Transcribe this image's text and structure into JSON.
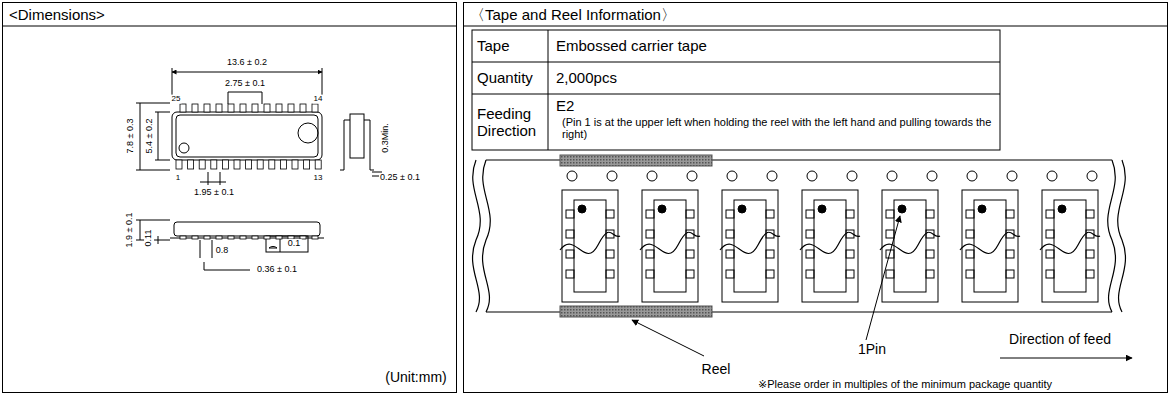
{
  "diagram": {
    "nodes": [
      {
        "text": [
          "<Dimensions>"
        ]
      },
      {
        "text": [
          "〈Tape and Reel Information〉"
        ]
      }
    ],
    "labels": [
      "13.6 ± 0.2",
      "2.75 ± 0.1",
      "25",
      "14",
      "7.8 ± 0.3",
      "5.4 ± 0.2",
      "0.3Min.",
      "1",
      "13",
      "1.95 ± 0.1",
      "0.25 ± 0.1",
      "1.9 ± 0.1",
      "0.11",
      "0.8",
      "0.1",
      "0.36 ± 0.1",
      "(Unit:mm)",
      "Tape",
      "Embossed carrier tape",
      "Quantity",
      "2,000pcs",
      "Feeding Direction",
      "E2",
      "(Pin 1 is at the upper left when holding the reel with the left hand and pulling towards the right)",
      "Reel",
      "1Pin",
      "Direction of feed",
      "※Please order in multiples of the minimum package quantity"
    ]
  }
}
